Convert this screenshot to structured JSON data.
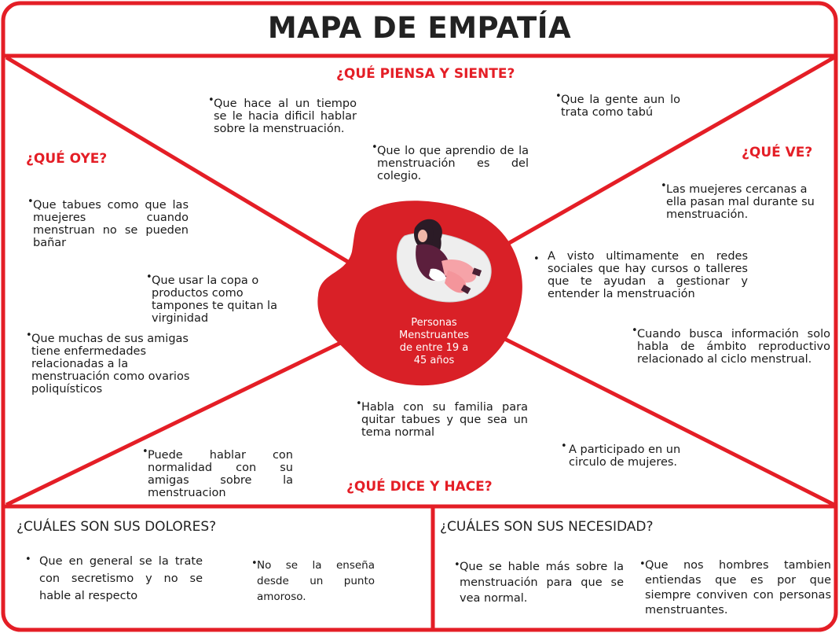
{
  "title": "MAPA DE EMPATÍA",
  "sections": {
    "piensa": "¿QUÉ PIENSA Y SIENTE?",
    "oye": "¿QUÉ  OYE?",
    "ve": "¿QUÉ VE?",
    "dice": "¿QUÉ DICE Y HACE?"
  },
  "center": {
    "label": "Personas Menstruantes de entre 19 a 45 años"
  },
  "piensa_notes": [
    "Que hace al un tiempo se le hacia dificil hablar sobre la menstruación.",
    "Que lo que aprendio de la menstruación es del colegio.",
    "Que la gente aun lo trata como tabú"
  ],
  "oye_notes": [
    "Que tabues como que las muejeres cuando menstruan no se pueden bañar",
    "Que usar la copa o productos como tampones te quitan la virginidad",
    "Que muchas de sus amigas tiene enfermedades relacionadas a la menstruación como ovarios poliquísticos"
  ],
  "ve_notes": [
    "Las muejeres cercanas a ella pasan mal durante su menstruación.",
    "A visto ultimamente en redes sociales que hay cursos o talleres que te ayudan a gestionar y entender la menstruación",
    "Cuando busca información solo habla de ámbito reproductivo relacionado al ciclo menstrual."
  ],
  "dice_notes": [
    "Habla con su familia para quitar tabues y que sea un tema normal",
    "Puede hablar con normalidad con su amigas sobre la menstruacion",
    "A participado en un circulo de mujeres."
  ],
  "dolores": {
    "title": "¿CUÁLES SON SUS DOLORES?",
    "notes": [
      "Que en general se la trate con secretismo y no se hable al respecto",
      "No se la enseña desde un punto amoroso."
    ]
  },
  "necesidades": {
    "title": "¿CUÁLES SON SUS NECESIDAD?",
    "notes": [
      "Que se hable más sobre la menstruación para que se vea normal.",
      "Que nos hombres tambien entiendas que es por que siempre conviven con personas menstruantes."
    ]
  },
  "colors": {
    "accent": "#e41e26",
    "blob": "#d92027",
    "text": "#1a1a1a"
  },
  "icons": {
    "bullet": "bullet-dot-icon",
    "illustration": "menstruating-person-illustration"
  }
}
